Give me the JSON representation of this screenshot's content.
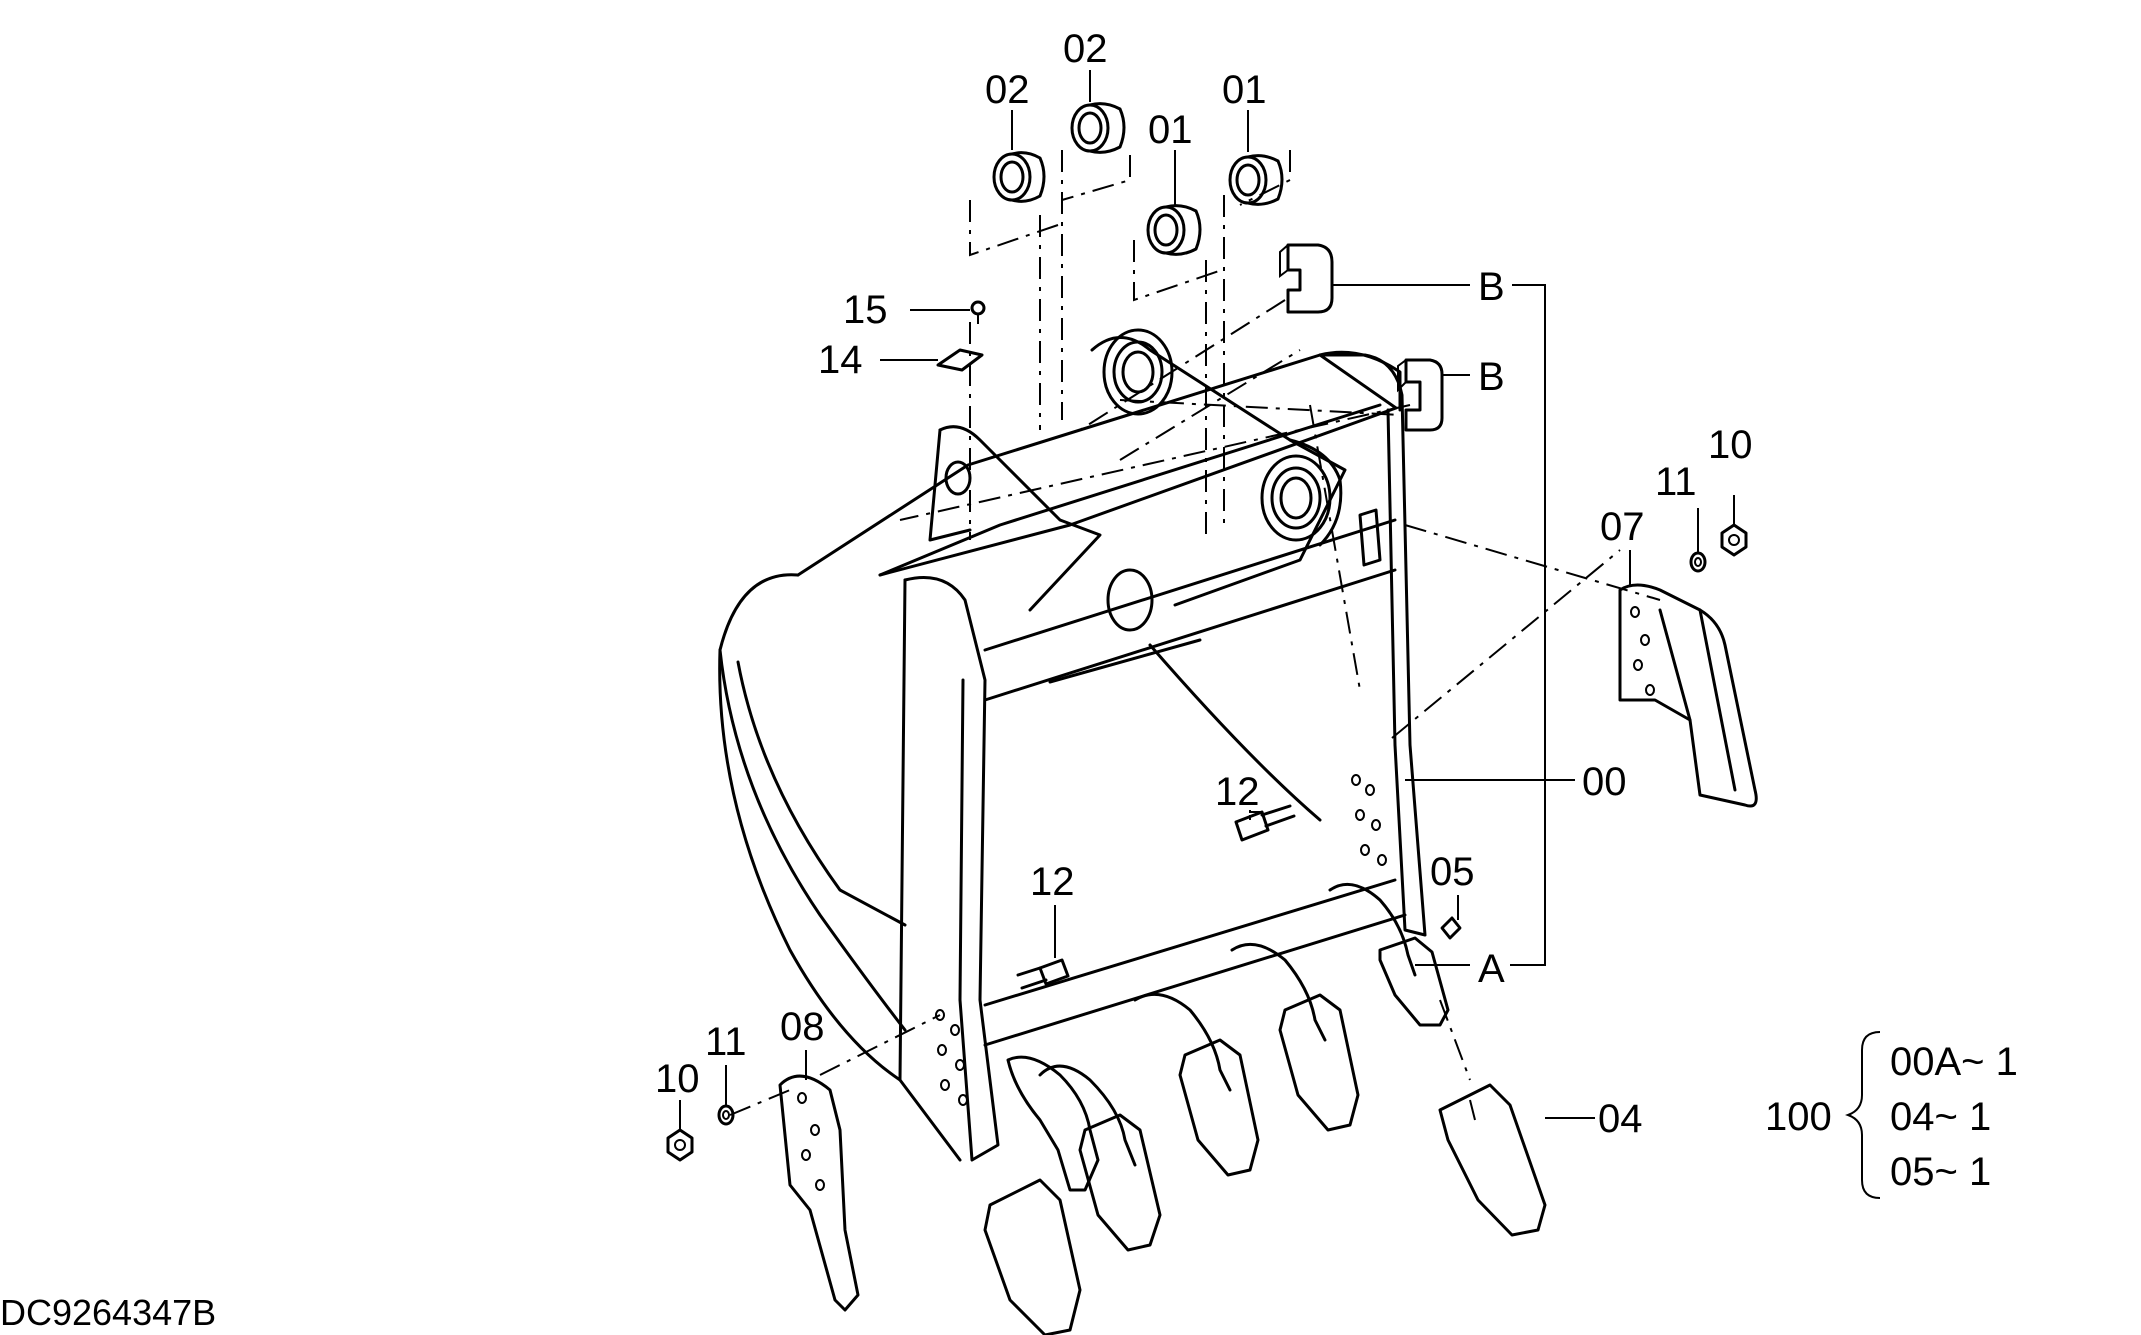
{
  "drawing_code": "DC9264347B",
  "callouts": {
    "c01a": "01",
    "c01b": "01",
    "c02a": "02",
    "c02b": "02",
    "c15": "15",
    "c14": "14",
    "cB1": "B",
    "cB2": "B",
    "c10a": "10",
    "c11a": "11",
    "c07": "07",
    "c00": "00",
    "c12a": "12",
    "c12b": "12",
    "c05": "05",
    "cA": "A",
    "c08": "08",
    "c11b": "11",
    "c10b": "10",
    "c04": "04"
  },
  "assembly": {
    "number": "100",
    "items": [
      "00A~ 1",
      "04~ 1",
      "05~ 1"
    ]
  }
}
